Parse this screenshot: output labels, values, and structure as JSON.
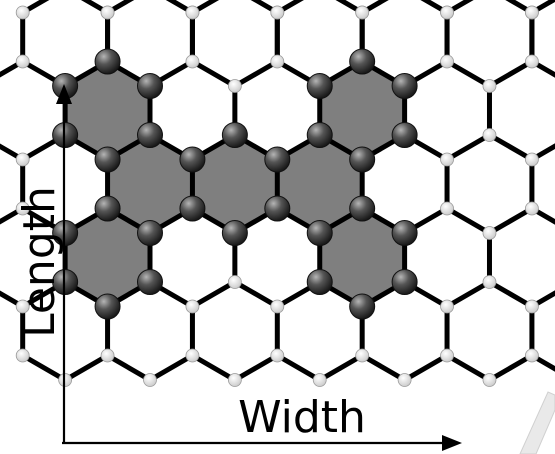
{
  "labels": {
    "vertical_axis": "Length",
    "horizontal_axis": "Width"
  },
  "lattice": {
    "type": "hexagonal-graphene",
    "highlighted_rings": [
      {
        "row": 1,
        "col": 0
      },
      {
        "row": 1,
        "col": 3
      },
      {
        "row": 2,
        "col": 0
      },
      {
        "row": 2,
        "col": 1
      },
      {
        "row": 2,
        "col": 2
      },
      {
        "row": 3,
        "col": 0
      },
      {
        "row": 3,
        "col": 3
      }
    ]
  },
  "colors": {
    "highlight_fill": "#7f7f7f",
    "bond": "#000000",
    "dark_atom": "#3c3c3c",
    "light_atom": "#f2f2f2",
    "background": "#ffffff"
  }
}
